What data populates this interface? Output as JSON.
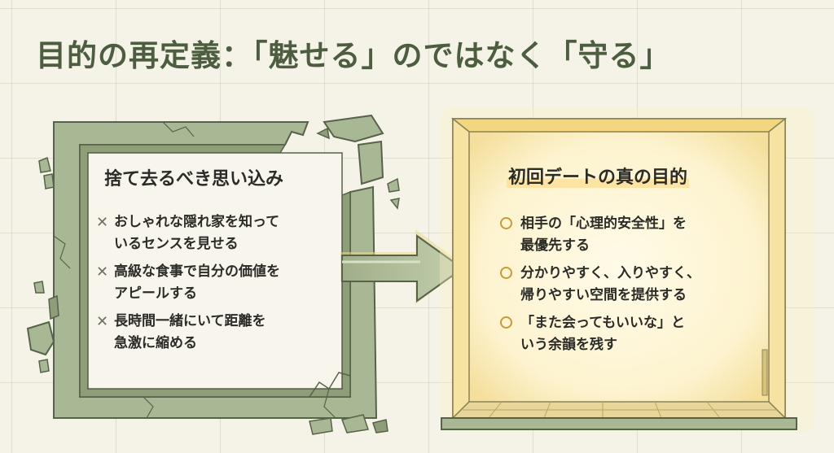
{
  "title": "目的の再定義：「魅せる」のではなく「守る」",
  "left_panel": {
    "heading": "捨て去るべき思い込み",
    "marker_icon": "cross-mark-icon",
    "items": [
      "おしゃれな隠れ家を知って\nいるセンスを見せる",
      "高級な食事で自分の価値を\nアピールする",
      "長時間一緒にいて距離を\n急激に縮める"
    ]
  },
  "right_panel": {
    "heading": "初回デートの真の目的",
    "marker_icon": "circle-bullet-icon",
    "items": [
      "相手の「心理的安全性」を\n最優先する",
      "分かりやすく、入りやすく、\n帰りやすい空間を提供する",
      "「また会ってもいいな」と\nいう余韻を残す"
    ]
  },
  "colors": {
    "background": "#f5f3e7",
    "frame_green": "#a9b894",
    "frame_dark": "#5d6b4f",
    "title_green": "#4c5d40",
    "glow_gold": "#f3d77e"
  }
}
